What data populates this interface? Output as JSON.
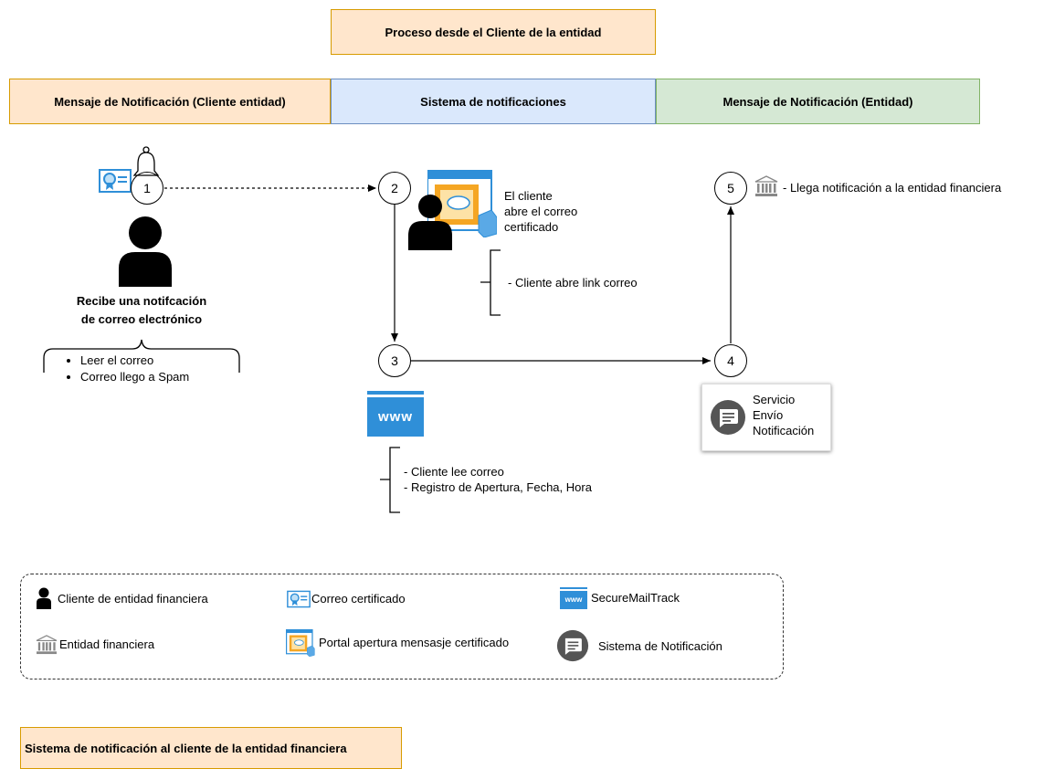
{
  "header": {
    "title": "Proceso desde el Cliente de la entidad"
  },
  "lanes": [
    {
      "label": "Mensaje de Notificación (Cliente entidad)",
      "color": "#ffe6cc"
    },
    {
      "label": "Sistema de notificaciones",
      "color": "#dae8fc"
    },
    {
      "label": "Mensaje de Notificación (Entidad)",
      "color": "#d5e8d4"
    }
  ],
  "steps": {
    "s1": "1",
    "s2": "2",
    "s3": "3",
    "s4": "4",
    "s5": "5"
  },
  "client": {
    "caption_line1": "Recibe una notifcación",
    "caption_line2": "de correo electrónico",
    "bullets": [
      "Leer el correo",
      "Correo llego a Spam"
    ]
  },
  "step2": {
    "text_line1": "El cliente",
    "text_line2": "abre el correo",
    "text_line3": "certificado",
    "note": "- Cliente abre link correo"
  },
  "step3": {
    "www": "www",
    "note_line1": "- Cliente lee correo",
    "note_line2": "- Registro de Apertura, Fecha, Hora"
  },
  "step4": {
    "service_line1": "Servicio",
    "service_line2": "Envío",
    "service_line3": "Notificación"
  },
  "step5": {
    "text": "- Llega notificación a la entidad financiera"
  },
  "legend": {
    "client": "Cliente de entidad financiera",
    "cert_mail": "Correo certificado",
    "securemail": "SecureMailTrack",
    "entity": "Entidad financiera",
    "portal": "Portal apertura mensasje certificado",
    "notif_system": "Sistema de Notificación"
  },
  "footer": {
    "title": "Sistema de notificación al cliente de la entidad financiera"
  },
  "colors": {
    "orange_fill": "#ffe6cc",
    "blue_fill": "#dae8fc",
    "green_fill": "#d5e8d4",
    "icon_blue": "#2f8fd8"
  }
}
